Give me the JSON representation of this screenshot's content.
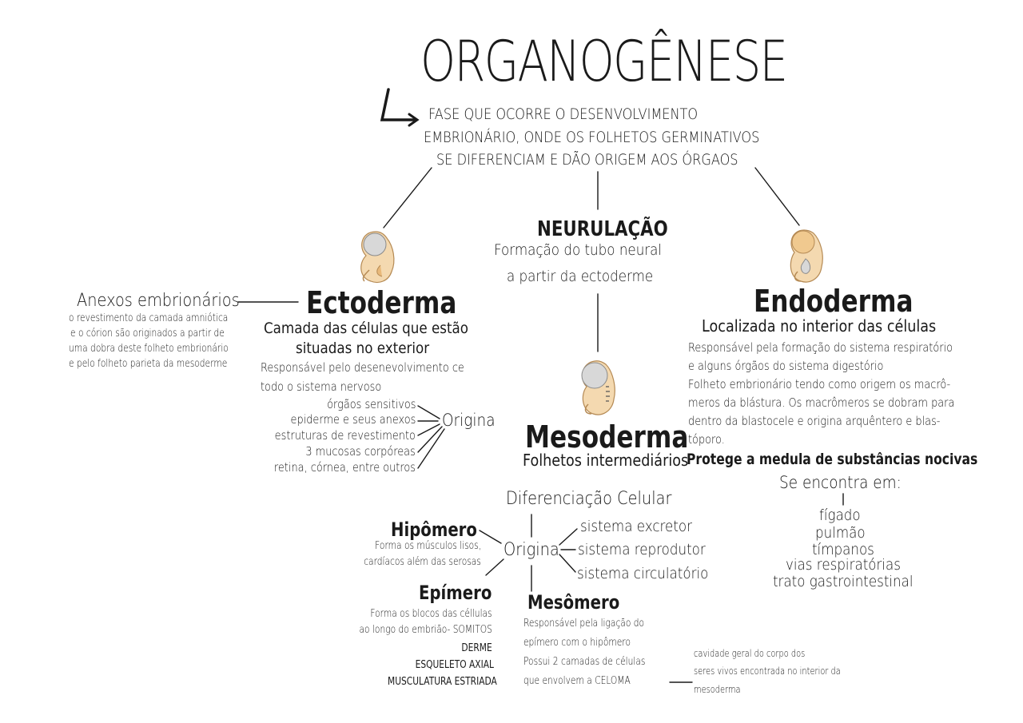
{
  "title": "ORGANOGÊNESE",
  "definition": [
    "FASE QUE OCORRE O DESENVOLVIMENTO",
    "EMBRIONÁRIO, ONDE OS FOLHETOS GERMINATIVOS",
    "SE DIFERENCIAM E DÃO ORIGEM AOS ÓRGAOS"
  ],
  "neurulacao": {
    "title": "NEURULAÇÃO",
    "lines": [
      "Formação do tubo neural",
      "a partir da ectoderme"
    ]
  },
  "ectoderma": {
    "title": "Ectoderma",
    "subtitle": [
      "Camada das células que estão",
      "situadas no exterior"
    ],
    "desc": [
      "Responsável pelo desenevolvimento ce",
      "todo o sistema nervoso"
    ],
    "origina": "Origina",
    "origina_items": [
      "órgãos sensitivos",
      "epiderme e seus anexos",
      "estruturas de revestimento",
      "3 mucosas corpóreas",
      "retina, córnea, entre outros"
    ],
    "anexos": {
      "title": "Anexos embrionários",
      "lines": [
        "o revestimento da camada amniótica",
        "e o córion são originados a partir de",
        "uma dobra deste folheto embrionário",
        "e pelo folheto parieta da mesoderme"
      ]
    }
  },
  "endoderma": {
    "title": "Endoderma",
    "subtitle": "Localizada no interior das células",
    "desc": [
      "Responsável pela formação do sistema respiratório",
      "e alguns órgãos do sistema digestório",
      "Folheto embrionário tendo como origem os macrô-",
      "meros da blástura. Os macrômeros se dobram para",
      "dentro da blastocele e origina arquêntero e blas-",
      "tóporo."
    ],
    "protege": "Protege a medula de substâncias nocivas",
    "se_encontra": "Se encontra em:",
    "locais": [
      "fígado",
      "pulmão",
      "tímpanos",
      "vias respiratórias",
      "trato gastrointestinal"
    ]
  },
  "mesoderma": {
    "title": "Mesoderma",
    "subtitle": "Folhetos intermediários",
    "diferenciacao": "Diferenciação Celular",
    "origina": "Origina",
    "sistemas": [
      "sistema excretor",
      "sistema reprodutor",
      "sistema circulatório"
    ],
    "hipomero": {
      "title": "Hipômero",
      "lines": [
        "Forma os músculos lisos,",
        "cardíacos além das serosas"
      ]
    },
    "epimero": {
      "title": "Epímero",
      "lines": [
        "Forma os blocos das céllulas",
        "ao longo do embrião- SOMITOS"
      ],
      "bold_lines": [
        "DERME",
        "ESQUELETO AXIAL",
        "MUSCULATURA ESTRIADA"
      ]
    },
    "mesomero": {
      "title": "Mesômero",
      "lines": [
        "Responsável pela ligação do",
        "epímero com o hipômero",
        "Possui 2 camadas de células",
        "que envolvem a CELOMA"
      ]
    },
    "celoma_note": [
      "cavidade geral do corpo dos",
      "seres vivos encontrada no interior da",
      "mesoderma"
    ]
  },
  "colors": {
    "ink": "#1a1a1a",
    "embryo_skin": "#f4d9b0",
    "embryo_shade": "#e9b97a",
    "embryo_head": "#d8d8d8"
  },
  "icons": [
    "corner-arrow-icon",
    "embryo-icon"
  ]
}
